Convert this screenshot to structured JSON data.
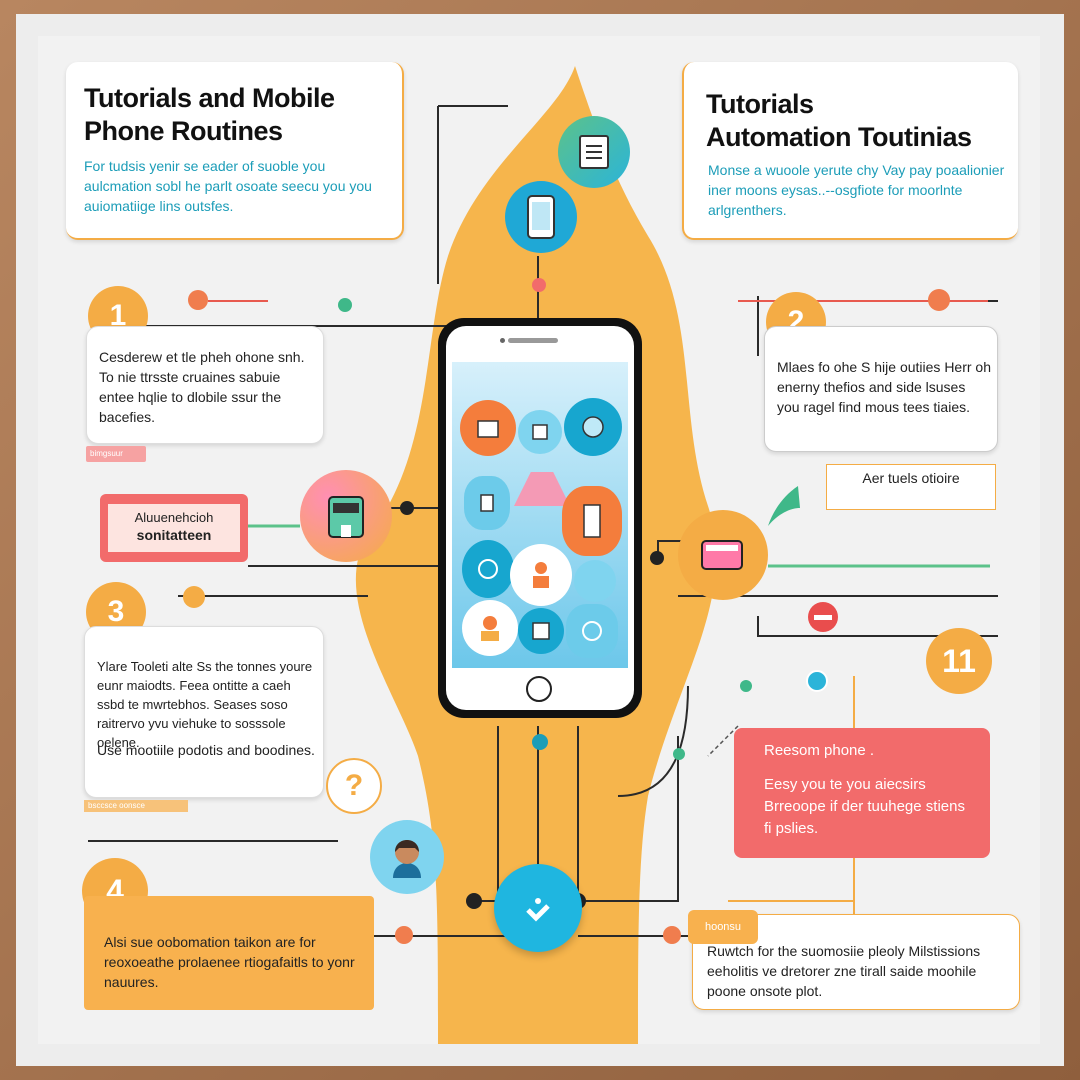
{
  "top_left": {
    "title": "Tutorials and Mobile Phone Routines",
    "body": "For tudsis yenir se eader of suoble you aulcmation sobl he parlt osoate seecu you you auiomatiige lins outsfes."
  },
  "top_right": {
    "title_line1": "Tutorials",
    "title_line2": "Automation Toutinias",
    "body": "Monse a wuoole yerute chy Vay pay poaalionier iner moons  eysas..--osgfiote for moorlnte arlgrenthers."
  },
  "step1": {
    "number": "1",
    "body": "Cesderew et tle pheh ohone snh. To nie ttrsste cruaines sabuie entee hqlie to dlobile ssur the bacefies.",
    "tag": "bimgsuur"
  },
  "step2": {
    "number": "2",
    "body": "Mlaes fo ohe S hije outiies Herr oh enerny thefios and side lsuses you ragel find mous tees tiaies."
  },
  "step3": {
    "number": "3",
    "body": "Ylare Tooleti alte Ss the tonnes youre eunr maiodts. Feea ontitte a caeh ssbd te mwrtebhos. Seases soso raitrervo yvu viehuke to sosssole oelene.",
    "body2": "Use mootiile podotis and boodines.",
    "tag": "bsccsce oonsce"
  },
  "step4": {
    "number": "4",
    "body": "Alsi sue oobomation taikon are for reoxoeathe prolaenee rtiogafaitls to yonr nauures."
  },
  "step11": {
    "number": "11"
  },
  "auto_label": {
    "line1": "Aluuenehcioh",
    "line2": "sonitatteen"
  },
  "right_tag": "Aer tuels otioire",
  "reason_card": {
    "title": "Reesom phone .",
    "body": "Eesy you te you aiecsirs Brreoope if der tuuhege stiens fi pslies."
  },
  "bottom_right": {
    "badge": "hoonsu",
    "body": "Ruwtch for the suomosiie pleoly Milstissions eeholitis ve dretorer zne tirall saide moohile poone onsote plot."
  },
  "question_mark": "?",
  "colors": {
    "orange": "#f4ac45",
    "teal": "#1c9db8",
    "coral": "#f26b6b",
    "green": "#5cc28a",
    "blue": "#2bb4d9"
  },
  "icons": [
    "document-icon",
    "phone-icon",
    "robot-icon",
    "check-icon",
    "person-avatar",
    "no-entry-icon",
    "battery-icon"
  ]
}
